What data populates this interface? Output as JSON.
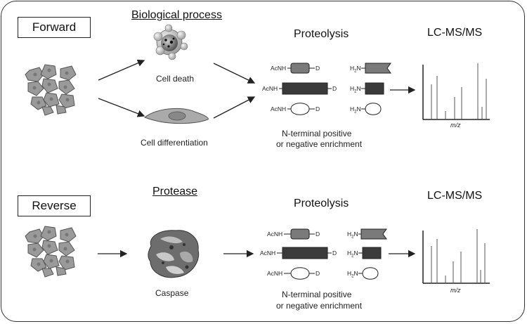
{
  "forward": {
    "mode_label": "Forward",
    "section_title": "Biological process",
    "upper_process": "Cell death",
    "lower_process": "Cell differentiation",
    "proteolysis_title": "Proteolysis",
    "lcms_title": "LC-MS/MS",
    "enrichment_line1": "N-terminal positive",
    "enrichment_line2": "or negative enrichment",
    "axis_label": "m/z"
  },
  "reverse": {
    "mode_label": "Reverse",
    "section_title": "Protease",
    "protease_name": "Caspase",
    "proteolysis_title": "Proteolysis",
    "lcms_title": "LC-MS/MS",
    "enrichment_line1": "N-terminal positive",
    "enrichment_line2": "or negative enrichment",
    "axis_label": "m/z"
  },
  "peptide_labels": {
    "acnh": "AcNH",
    "d": "D",
    "h2n_h": "H",
    "h2n_sub": "2",
    "h2n_n": "N"
  },
  "colors": {
    "cell_fill": "#9a9a9a",
    "dark_block": "#3a3a3a",
    "mid_block": "#7a7a7a",
    "line": "#222222"
  }
}
